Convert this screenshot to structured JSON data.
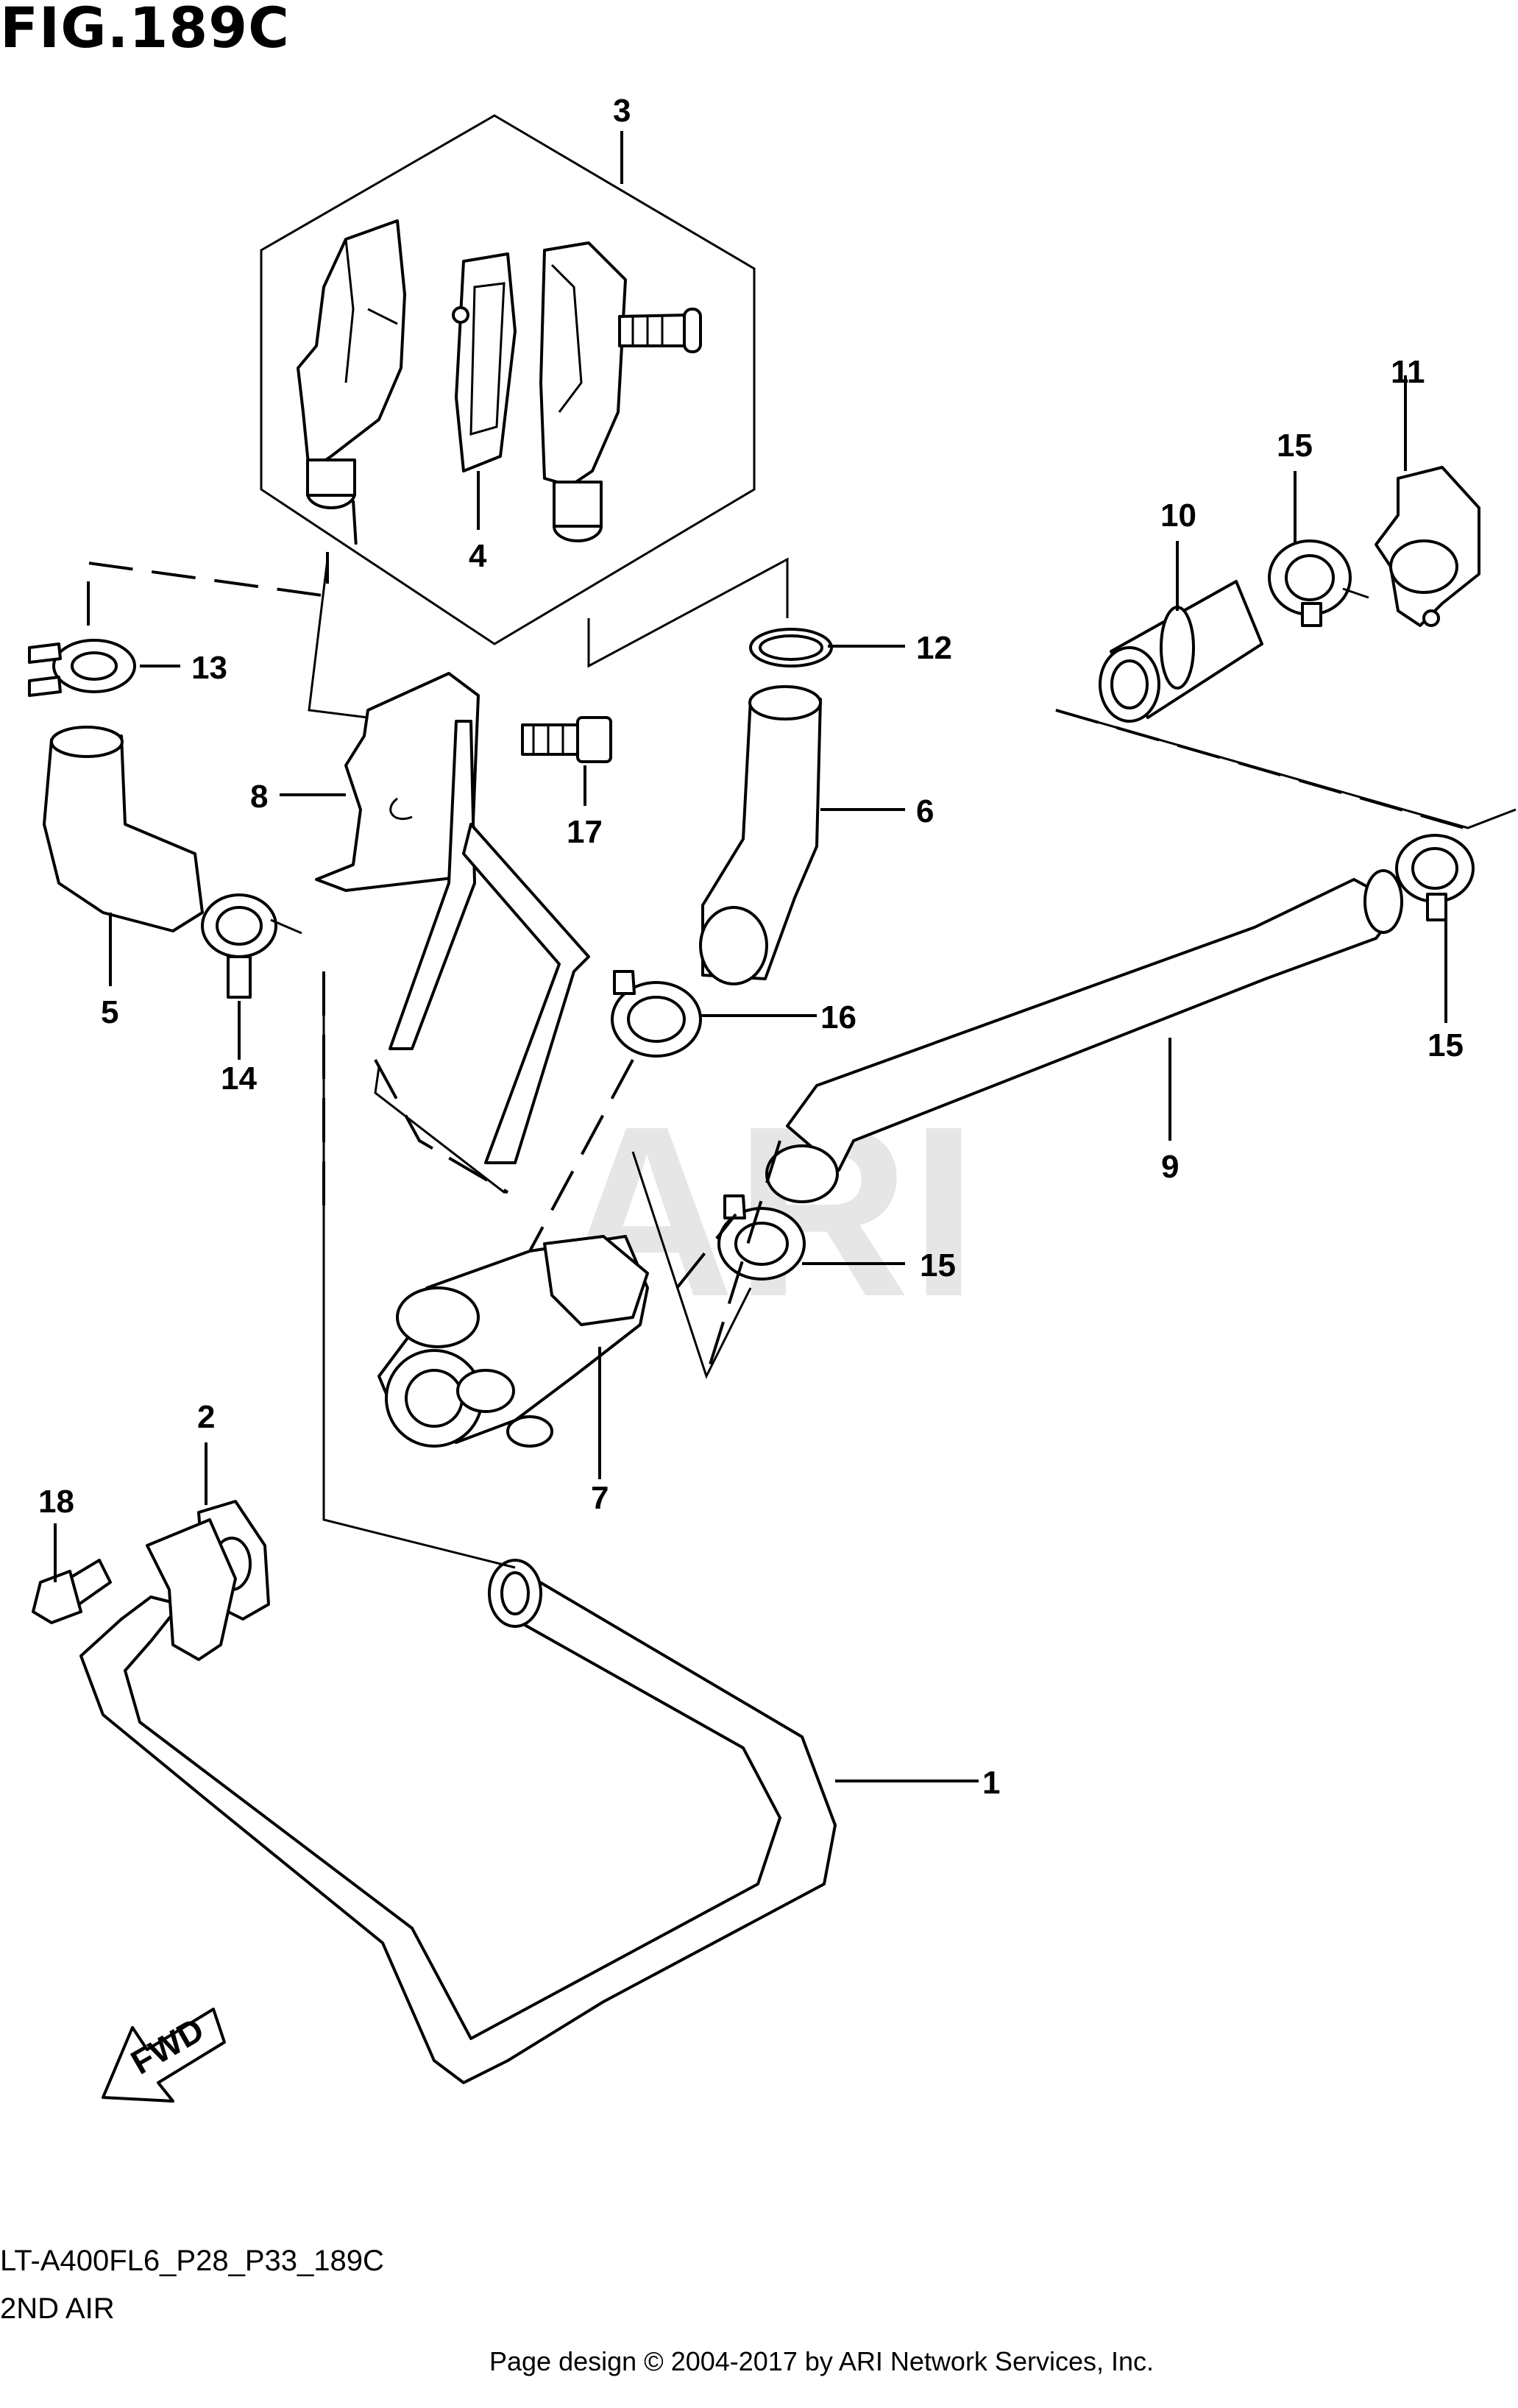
{
  "figure": {
    "title": "FIG.189C",
    "code": "LT-A400FL6_P28_P33_189C",
    "subtitle": "2ND AIR",
    "copyright": "Page design © 2004-2017 by ARI Network Services, Inc.",
    "watermark": "ARI",
    "direction_label": "FWD"
  },
  "callouts": [
    "1",
    "2",
    "3",
    "4",
    "5",
    "6",
    "7",
    "8",
    "9",
    "10",
    "11",
    "12",
    "13",
    "14",
    "15",
    "15",
    "15",
    "16",
    "17",
    "18"
  ]
}
